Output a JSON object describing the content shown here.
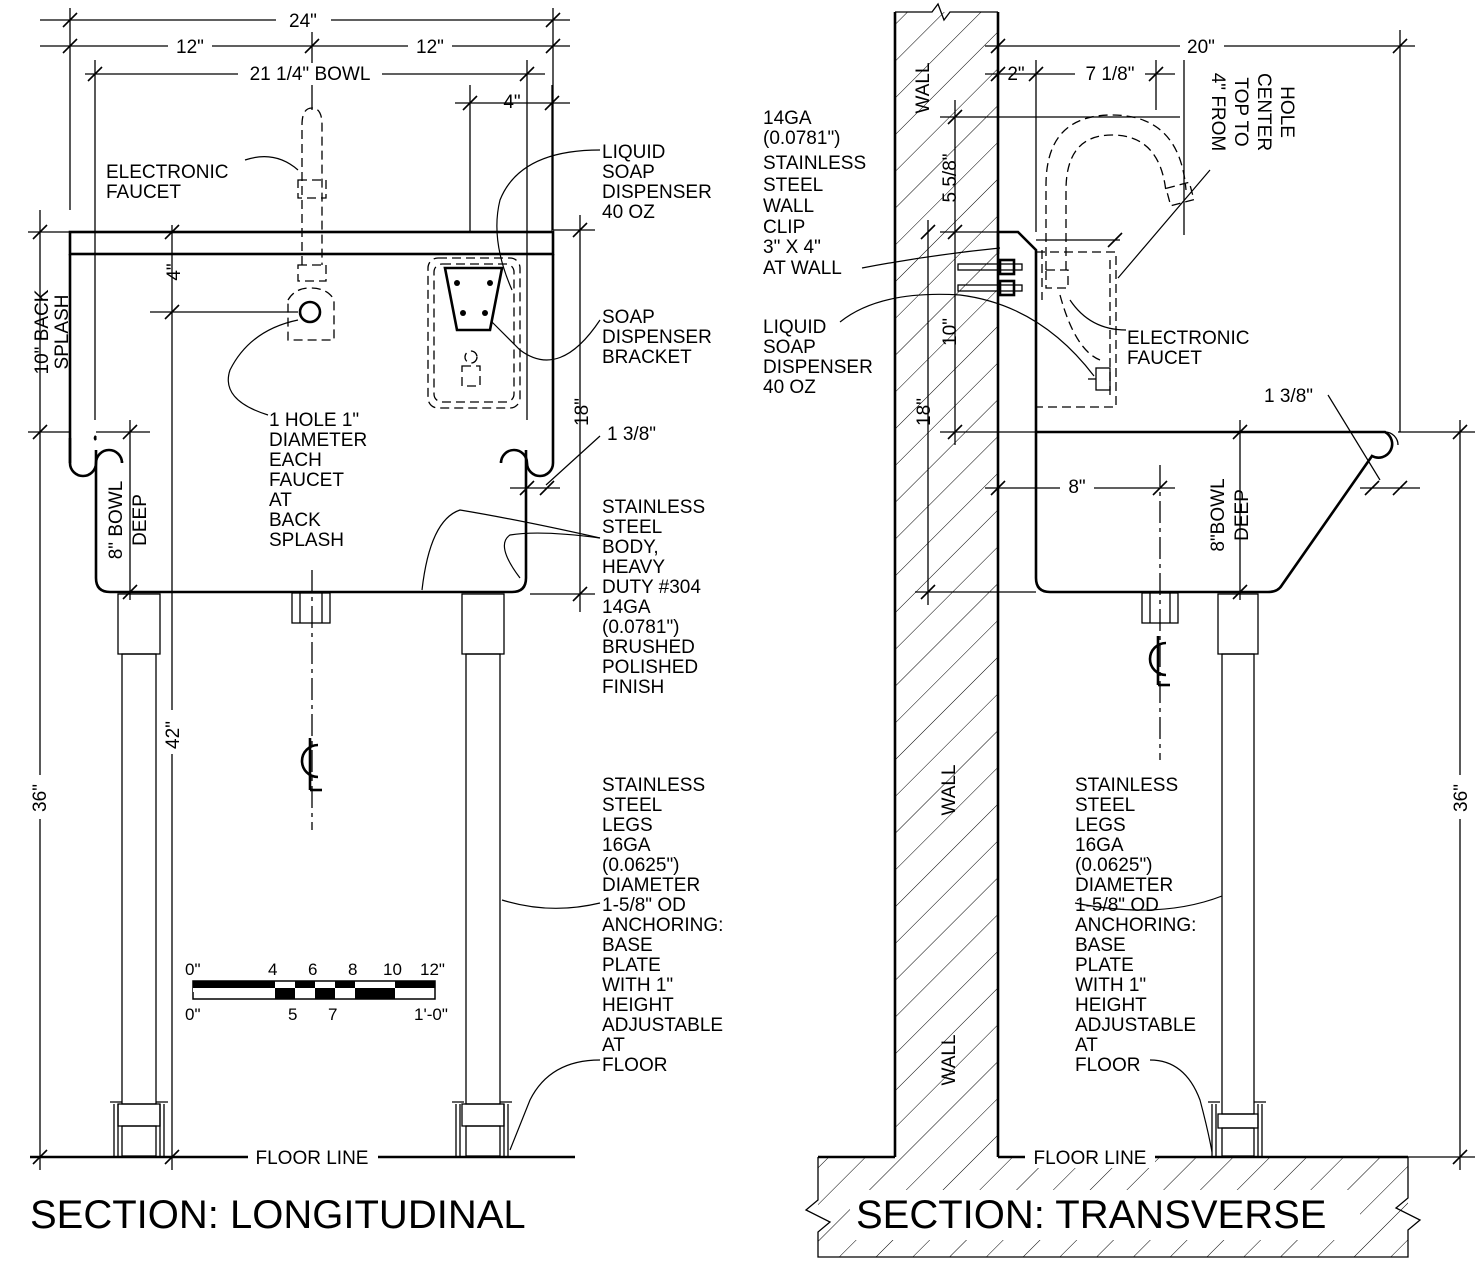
{
  "sections": {
    "longitudinal": {
      "title": "SECTION: LONGITUDINAL"
    },
    "transverse": {
      "title": "SECTION: TRANSVERSE"
    }
  },
  "longitudinal_dims": {
    "overall_width": "24\"",
    "half_left": "12\"",
    "half_right": "12\"",
    "bowl_width": "21 1/4\" BOWL",
    "dispenser_offset": "4\"",
    "faucet_height": "4\"",
    "back_splash_line1": "10\" BACK",
    "back_splash_line2": "SPLASH",
    "bowl_deep_line1": "8\" BOWL",
    "bowl_deep_line2": "DEEP",
    "total_height": "42\"",
    "rim_height": "36\"",
    "splash_total": "18\"",
    "rim_roll": "1 3/8\""
  },
  "transverse_dims": {
    "overall_depth": "20\"",
    "clip_offset": "2\"",
    "faucet_offset": "7 1/8\"",
    "faucet_hole_line1": "4\" FROM",
    "faucet_hole_line2": "TOP TO",
    "faucet_hole_line3": "CENTER",
    "faucet_hole_line4": "HOLE",
    "clip_drop": "5 5/8\"",
    "splash_height": "10\"",
    "splash_total": "18\"",
    "rim_roll": "1 3/8\"",
    "drain_offset": "8\"",
    "bowl_deep_line1": "8\"BOWL",
    "bowl_deep_line2": "DEEP",
    "rim_height": "36\""
  },
  "notes": {
    "electronic_faucet": [
      "ELECTRONIC",
      "FAUCET"
    ],
    "liquid_soap": [
      "LIQUID",
      "SOAP",
      "DISPENSER",
      "40 OZ"
    ],
    "soap_bracket": [
      "SOAP",
      "DISPENSER",
      "BRACKET"
    ],
    "faucet_hole": [
      "1 HOLE 1\"",
      "DIAMETER",
      "EACH",
      "FAUCET",
      "AT",
      "BACK",
      "SPLASH"
    ],
    "body": [
      "STAINLESS",
      "STEEL",
      "BODY,",
      "HEAVY",
      "DUTY #304",
      "14GA",
      "(0.0781\")",
      "BRUSHED",
      "POLISHED",
      "FINISH"
    ],
    "legs": [
      "STAINLESS",
      "STEEL",
      "LEGS",
      "16GA",
      "(0.0625\")",
      "DIAMETER",
      "1-5/8\" OD",
      "ANCHORING:",
      "BASE",
      "PLATE",
      "WITH 1\"",
      "HEIGHT",
      "ADJUSTABLE",
      "AT",
      "FLOOR"
    ],
    "wall_clip": [
      "14GA",
      "(0.0781\")",
      "STAINLESS",
      "STEEL",
      "WALL",
      "CLIP",
      "3\" X 4\"",
      "AT WALL"
    ],
    "liquid_soap_t": [
      "LIQUID",
      "SOAP",
      "DISPENSER",
      "40 OZ"
    ],
    "electronic_faucet_t": [
      "ELECTRONIC",
      "FAUCET"
    ],
    "legs_t": [
      "STAINLESS",
      "STEEL",
      "LEGS",
      "16GA",
      "(0.0625\")",
      "DIAMETER",
      "1-5/8\" OD",
      "ANCHORING:",
      "BASE",
      "PLATE",
      "WITH 1\"",
      "HEIGHT",
      "ADJUSTABLE",
      "AT",
      "FLOOR"
    ]
  },
  "labels": {
    "floor_line_l": "FLOOR LINE",
    "floor_line_t": "FLOOR LINE",
    "wall_top": "WALL",
    "wall_mid": "WALL",
    "wall_bottom": "WALL"
  },
  "scale_bar": {
    "top_labels": [
      "0\"",
      "4",
      "6",
      "8",
      "10",
      "12\""
    ],
    "bottom_labels": [
      "0\"",
      "5",
      "7",
      "1'-0\""
    ]
  }
}
